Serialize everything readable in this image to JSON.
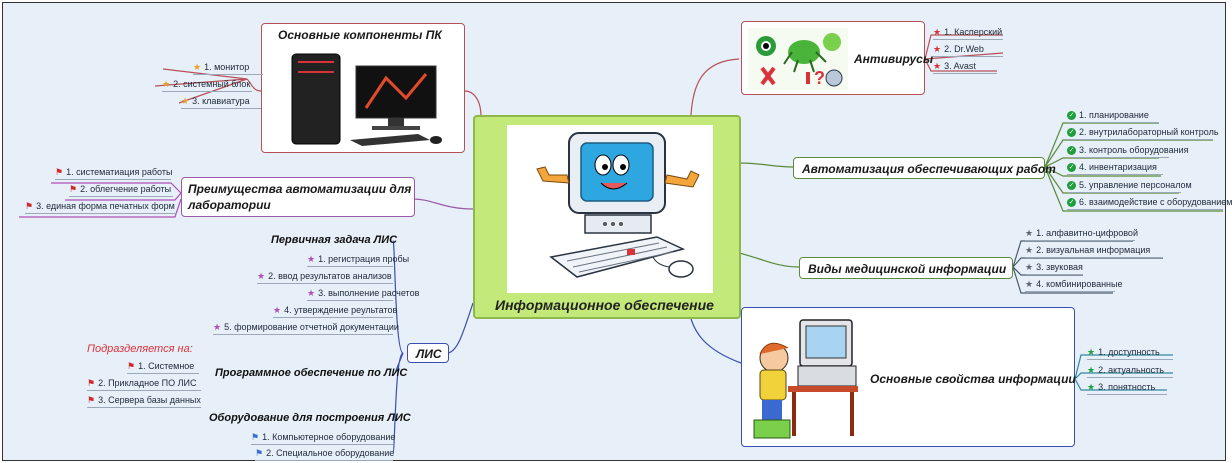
{
  "center": {
    "title": "Информационное обеспечение"
  },
  "colors": {
    "center_bg": "#c3e97a",
    "center_border": "#8fb84a",
    "frame_bg": "#e7eff8",
    "link_top_left": "#b8505a",
    "link_purple": "#9a5aa8",
    "link_blue": "#3a4fb0",
    "link_green": "#5a8a3a",
    "link_gray": "#4a5a6a",
    "link_teal": "#2f8aa0"
  },
  "pc_components": {
    "title": "Основные компоненты ПК",
    "items": [
      "1. монитор",
      "2. системный блок",
      "3. клавиатура"
    ],
    "icon": "star-icon"
  },
  "advantages": {
    "title_line1": "Преимущества автоматизации для",
    "title_line2": "лаборатории",
    "items": [
      "1. систематиация работы",
      "2. облегчение работы",
      "3. единая форма печатных форм"
    ],
    "icon": "flag-icon"
  },
  "lis": {
    "title": "ЛИС",
    "primary_task": {
      "title": "Первичная задача ЛИС",
      "items": [
        "1. регистрация пробы",
        "2. ввод результатов анализов",
        "3. выполнение расчетов",
        "4. утверждение реультатов",
        "5. формирование отчетной документации"
      ]
    },
    "software": {
      "note": "Подразделяется на:",
      "title": "Программное обеспечение  по ЛИС",
      "items": [
        "1. Системное",
        "2. Прикладное ПО ЛИС",
        "3. Сервера базы данных"
      ]
    },
    "hardware": {
      "title": "Оборудование для построения ЛИС",
      "items": [
        "1. Компьютерное оборудование",
        "2. Специальное оборудование"
      ]
    }
  },
  "antivirus": {
    "title": "Антивирусы",
    "items": [
      "1. Касперский",
      "2. Dr.Web",
      "3. Avast"
    ]
  },
  "automation": {
    "title": "Автоматизация обеспечивающих работ",
    "items": [
      "1. планирование",
      "2. внутрилабораторный контроль",
      "3. контроль оборудования",
      "4. инвентаризация",
      "5. управление персоналом",
      "6. взаимодействие с оборудованием"
    ]
  },
  "med_info": {
    "title": "Виды медицинской информации",
    "items": [
      "1. алфавитно-цифровой",
      "2. визуальная информация",
      "3. звуковая",
      "4. комбинированные"
    ]
  },
  "info_props": {
    "title": "Основные свойства информации",
    "items": [
      "1. доступность",
      "2. актуальность",
      "3. понятность"
    ]
  }
}
